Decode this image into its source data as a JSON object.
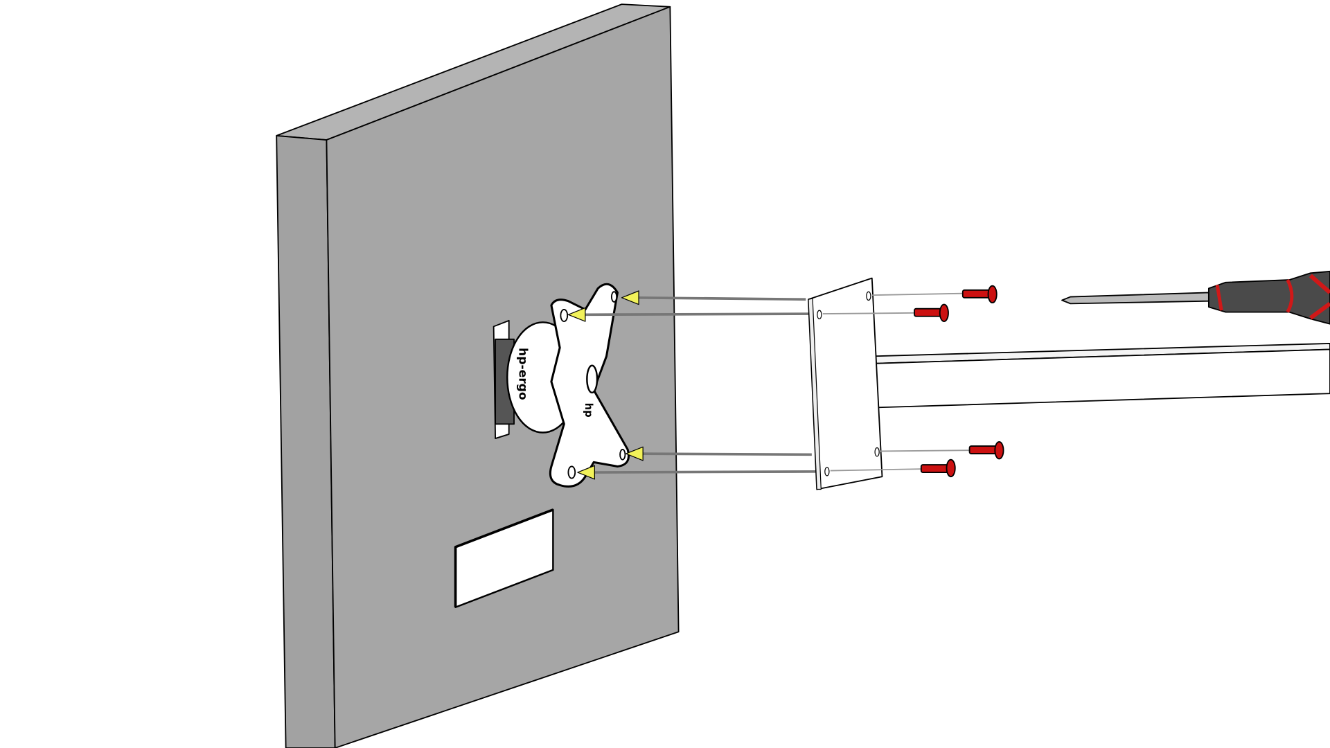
{
  "figure": {
    "description_parts": [
      "monitor-panel",
      "vesa-bracket",
      "mounting-plate",
      "arm-tube",
      "screws",
      "screwdriver"
    ],
    "bracket_logo_text": "hp-ergo",
    "colors": {
      "panel": "#a6a6a6",
      "panel_side": "#a2a2a2",
      "bracket": "#ffffff",
      "arrow": "#f2f25a",
      "screw": "#cc1111",
      "screwdriver_handle": "#4a4a4a",
      "screwdriver_accent": "#d01818",
      "outline": "#000000"
    }
  }
}
